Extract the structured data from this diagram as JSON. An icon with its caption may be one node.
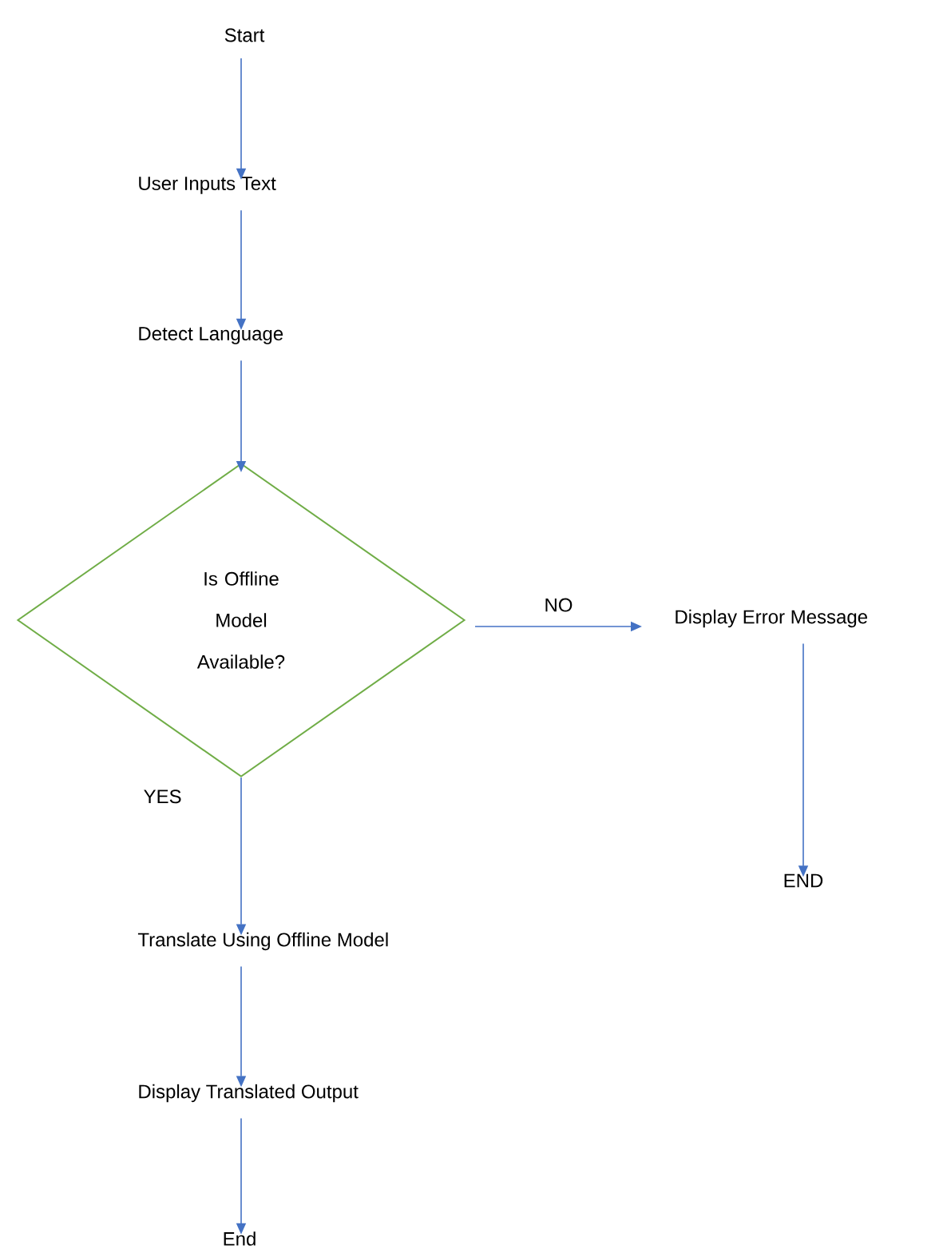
{
  "diagram": {
    "nodes": [
      {
        "text": [
          "Start"
        ]
      },
      {
        "text": [
          "User Inputs Text"
        ]
      },
      {
        "text": [
          "Detect Language"
        ]
      },
      {
        "text": [
          "Is Offline Model Available?"
        ]
      },
      {
        "text": [
          "Display Error Message"
        ]
      },
      {
        "text": [
          "END"
        ]
      },
      {
        "text": [
          "Translate Using Offline Model"
        ]
      },
      {
        "text": [
          "Display Translated Output"
        ]
      },
      {
        "text": [
          "End"
        ]
      }
    ],
    "edges": [
      {
        "from": 0,
        "to": 1,
        "arrow": "to"
      },
      {
        "from": 1,
        "to": 2,
        "arrow": "to"
      },
      {
        "from": 2,
        "to": 3,
        "arrow": "to"
      },
      {
        "from": 3,
        "to": 4,
        "arrow": "to",
        "label": "NO"
      },
      {
        "from": 4,
        "to": 5,
        "arrow": "to"
      },
      {
        "from": 3,
        "to": 6,
        "arrow": "to",
        "label": "YES"
      },
      {
        "from": 6,
        "to": 7,
        "arrow": "to"
      },
      {
        "from": 7,
        "to": 8,
        "arrow": "to"
      }
    ]
  }
}
